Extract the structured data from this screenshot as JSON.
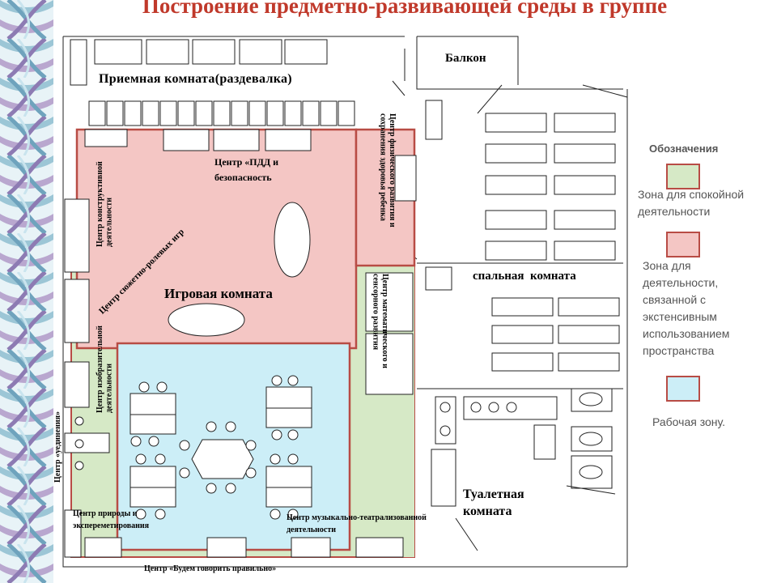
{
  "title": "Построение предметно-развивающей среды в группе",
  "rooms": {
    "balcony": "Балкон",
    "reception": "Приемная комната(раздевалка)",
    "bedroom": "спальная  комната",
    "toilet": "Туалетная комната",
    "playroom": "Игровая комната"
  },
  "centers": {
    "traffic": "Центр «ПДД и безопасность",
    "roleplay": "Центр сюжетно-ролевых игр",
    "construct": "Центр конструктивной деятельности",
    "art": "Центр изобразительной деятельности",
    "solitude": "Центр «уединения»",
    "nature": "Центр природы и экспереметирования",
    "music": "Центр музыкально-театрализованной деятельности",
    "speech": "Центр «Будем говорить правильно»",
    "physical": "Центр физического развития и сохранения здоровья ребенка",
    "math": "Центр математического и сенсорного развития"
  },
  "legend": {
    "title": "Обозначения",
    "items": [
      {
        "label": "Зона для спокойной деятельности",
        "fill": "#d6e9c6",
        "border": "#b84c45"
      },
      {
        "label": "Зона для деятельности, связанной с экстенсивным использованием пространства",
        "fill": "#f4c6c4",
        "border": "#b84c45"
      },
      {
        "label": "Рабочая зону.",
        "fill": "#cceef7",
        "border": "#b84c45"
      }
    ]
  },
  "colors": {
    "calm_zone": "#d6e9c6",
    "active_zone": "#f4c6c4",
    "work_zone": "#cceef7",
    "zone_border": "#b84c45",
    "title": "#c0392b"
  }
}
